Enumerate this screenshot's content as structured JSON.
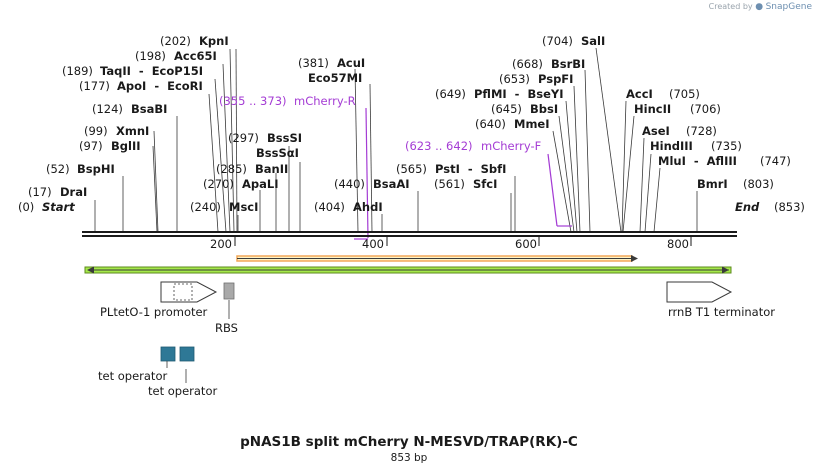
{
  "credit": {
    "prefix": "Created by",
    "brand": "SnapGene"
  },
  "map": {
    "name": "pNAS1B split mCherry N-MESVD/TRAP(RK)-C",
    "length_label": "853 bp",
    "ticks": [
      "200",
      "400",
      "600",
      "800"
    ]
  },
  "sites": [
    {
      "pos": "(0)",
      "name": "Start",
      "italic": true
    },
    {
      "pos": "(17)",
      "name": "DraI"
    },
    {
      "pos": "(52)",
      "name": "BspHI"
    },
    {
      "pos": "(97)",
      "name": "BglII"
    },
    {
      "pos": "(99)",
      "name": "XmnI"
    },
    {
      "pos": "(124)",
      "name": "BsaBI"
    },
    {
      "pos": "(177)",
      "name": "ApoI  -  EcoRI"
    },
    {
      "pos": "(189)",
      "name": "TaqII  -  EcoP15I"
    },
    {
      "pos": "(198)",
      "name": "Acc65I"
    },
    {
      "pos": "(202)",
      "name": "KpnI"
    },
    {
      "pos": "(240)",
      "name": "MscI"
    },
    {
      "pos": "(270)",
      "name": "ApaLI"
    },
    {
      "pos": "(285)",
      "name": "BanII"
    },
    {
      "pos": "",
      "name": "BssSαI"
    },
    {
      "pos": "(297)",
      "name": "BssSI"
    },
    {
      "pos": "(381)",
      "name": "AcuI"
    },
    {
      "pos": "",
      "name": "Eco57MI"
    },
    {
      "pos": "(404)",
      "name": "AhdI"
    },
    {
      "pos": "(440)",
      "name": "BsaAI"
    },
    {
      "pos": "(561)",
      "name": "SfcI"
    },
    {
      "pos": "(565)",
      "name": "PstI  -  SbfI"
    },
    {
      "pos": "(640)",
      "name": "MmeI"
    },
    {
      "pos": "(645)",
      "name": "BbsI"
    },
    {
      "pos": "(649)",
      "name": "PflMI  -  BseYI"
    },
    {
      "pos": "(653)",
      "name": "PspFI"
    },
    {
      "pos": "(668)",
      "name": "BsrBI"
    },
    {
      "pos": "(704)",
      "name": "SalI"
    },
    {
      "pos": "(705)",
      "name": "AccI"
    },
    {
      "pos": "(706)",
      "name": "HincII"
    },
    {
      "pos": "(728)",
      "name": "AseI"
    },
    {
      "pos": "(735)",
      "name": "HindIII"
    },
    {
      "pos": "(747)",
      "name": "MluI  -  AflIII"
    },
    {
      "pos": "(803)",
      "name": "BmrI"
    },
    {
      "pos": "(853)",
      "name": "End",
      "italic": true
    }
  ],
  "primers": [
    {
      "range": "(355 .. 373)",
      "name": "mCherry-R"
    },
    {
      "range": "(623 .. 642)",
      "name": "mCherry-F"
    }
  ],
  "features": {
    "promoter": "PLtetO-1 promoter",
    "rbs": "RBS",
    "terminator": "rrnB T1 terminator",
    "operator1": "tet operator",
    "operator2": "tet operator"
  },
  "colors": {
    "orf_outline": "#f2a75a",
    "orf_fill": "#fff3c4",
    "green_bar": "#a5e84a",
    "green_border": "#5d8a1e",
    "primer": "#a43cd4",
    "operator": "#2e7896",
    "rbs": "#a9a9a9"
  }
}
